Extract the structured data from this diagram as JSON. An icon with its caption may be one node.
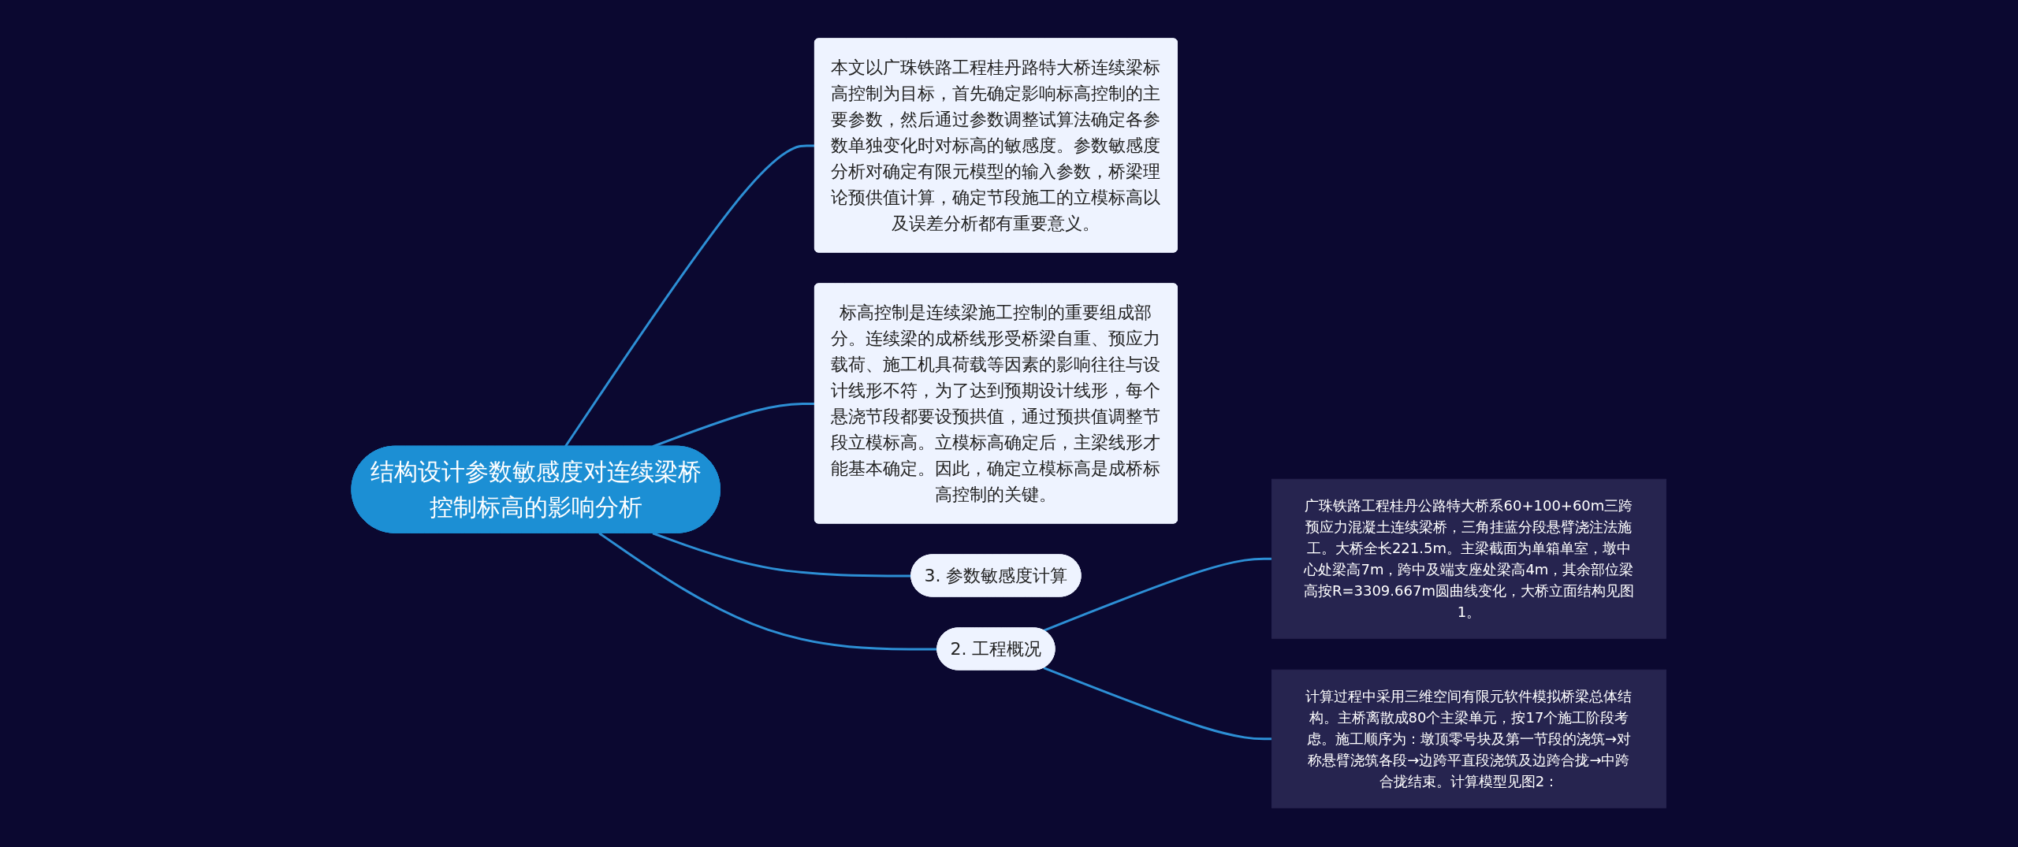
{
  "diagram": {
    "nodes": [
      {
        "text": [
          "结构设计参数敏感度对连续梁桥控制标高的影响分析"
        ]
      },
      {
        "text": [
          "本文以广珠铁路工程桂丹路特大桥连续梁标高控制为目标，首先确定影响标高控制的主要参数，然后通过参数调整试算法确定各参数单独变化时对标高的敏感度。参数敏感度分析对确定有限元模型的输入参数，桥梁理论预供值计算，确定节段施工的立模标高以及误差分析都有重要意义。"
        ]
      },
      {
        "text": [
          "标高控制是连续梁施工控制的重要组成部分。连续梁的成桥线形受桥梁自重、预应力载荷、施工机具荷载等因素的影响往往与设计线形不符，为了达到预期设计线形，每个悬浇节段都要设预拱值，通过预拱值调整节段立模标高。立模标高确定后，主梁线形才能基本确定。因此，确定立模标高是成桥标高控制的关键。"
        ]
      },
      {
        "text": [
          "3. 参数敏感度计算"
        ]
      },
      {
        "text": [
          "2. 工程概况"
        ]
      },
      {
        "text": [
          "广珠铁路工程桂丹公路特大桥系60+100+60m三跨预应力混凝土连续梁桥，三角挂蓝分段悬臂浇注法施工。大桥全长221.5m。主梁截面为单箱单室，墩中心处梁高7m，跨中及端支座处梁高4m，其余部位梁高按R=3309.667m圆曲线变化，大桥立面结构见图1。"
        ]
      },
      {
        "text": [
          "计算过程中采用三维空间有限元软件模拟桥梁总体结构。主桥离散成80个主梁单元，按17个施工阶段考虑。施工顺序为：墩顶零号块及第一节段的浇筑→对称悬臂浇筑各段→边跨平直段浇筑及边跨合拢→中跨合拢结束。计算模型见图2："
        ]
      }
    ],
    "edges": [
      {
        "from": 0,
        "to": 1,
        "arrow": "none"
      },
      {
        "from": 0,
        "to": 2,
        "arrow": "none"
      },
      {
        "from": 0,
        "to": 3,
        "arrow": "none"
      },
      {
        "from": 0,
        "to": 4,
        "arrow": "none"
      },
      {
        "from": 4,
        "to": 5,
        "arrow": "none"
      },
      {
        "from": 4,
        "to": 6,
        "arrow": "none"
      }
    ]
  }
}
